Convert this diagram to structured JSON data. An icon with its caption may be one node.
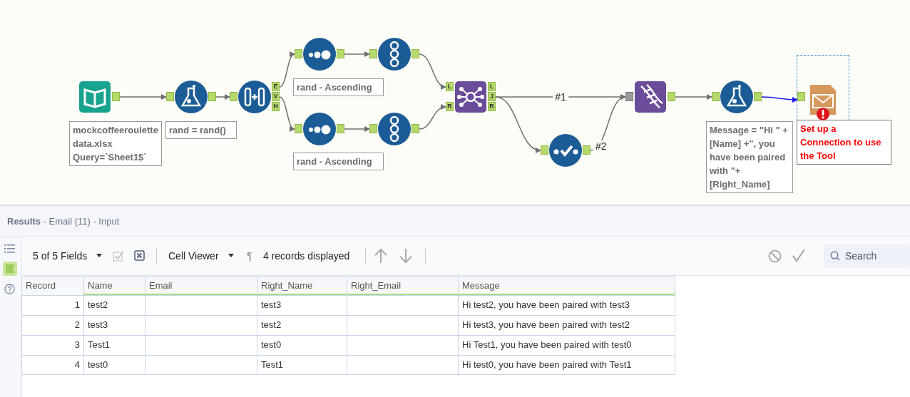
{
  "diagram": {
    "nodes": [
      {
        "text": [],
        "shape": "picture",
        "beside": [
          "mockcoffeeroulettedata.xlsx Query=`Sheet1$`"
        ]
      },
      {
        "text": [],
        "shape": "picture",
        "beside": [
          "rand = rand()"
        ]
      },
      {
        "text": [],
        "shape": "picture"
      },
      {
        "text": [],
        "shape": "picture",
        "beside": [
          "rand - Ascending"
        ]
      },
      {
        "text": [],
        "shape": "picture"
      },
      {
        "text": [],
        "shape": "picture",
        "beside": [
          "rand - Ascending"
        ]
      },
      {
        "text": [],
        "shape": "picture"
      },
      {
        "text": [],
        "shape": "picture"
      },
      {
        "text": [],
        "shape": "picture"
      },
      {
        "text": [],
        "shape": "picture"
      },
      {
        "text": [],
        "shape": "picture",
        "beside": [
          "Message = \"Hi \" + [Name] +\", you have been paired with \"+ [Right_Name]"
        ]
      },
      {
        "text": [],
        "shape": "picture",
        "beside": [
          "Set up a Connection to use the Tool"
        ]
      }
    ],
    "edges": [
      {
        "from": 0,
        "to": 1,
        "arrow": "to"
      },
      {
        "from": 1,
        "to": 2,
        "arrow": "to"
      },
      {
        "from": 2,
        "to": 3,
        "arrow": "to"
      },
      {
        "from": 2,
        "to": 5,
        "arrow": "to"
      },
      {
        "from": 3,
        "to": 4,
        "arrow": "to"
      },
      {
        "from": 5,
        "to": 6,
        "arrow": "to"
      },
      {
        "from": 4,
        "to": 7,
        "arrow": "to"
      },
      {
        "from": 6,
        "to": 7,
        "arrow": "to"
      },
      {
        "from": 7,
        "to": 9,
        "arrow": "to",
        "label": "#1"
      },
      {
        "from": 7,
        "to": 8,
        "arrow": "to"
      },
      {
        "from": 8,
        "to": 9,
        "arrow": "to",
        "label": "#2"
      },
      {
        "from": 9,
        "to": 10,
        "arrow": "to"
      },
      {
        "from": 10,
        "to": 11,
        "arrow": "to",
        "color": "#1a1ae6"
      }
    ],
    "labels": [
      "E",
      "V",
      "H",
      "L",
      "R",
      "L",
      "J",
      "R",
      "**Results** - Email (11) - Input",
      "5 of 5 Fields",
      "Cell Viewer",
      "¶",
      "4 records displayed",
      "Search",
      "Record",
      "Name",
      "Email",
      "Right_Name",
      "Right_Email",
      "Message",
      "1",
      "test2",
      "test3",
      "Hi test2, you have been paired with test3",
      "2",
      "test3",
      "test2",
      "Hi test3, you have been paired with test2",
      "3",
      "Test1",
      "test0",
      "Hi Test1, you have been paired with test0",
      "4",
      "test0",
      "Test1",
      "Hi test0, you have been paired with Test1"
    ]
  }
}
